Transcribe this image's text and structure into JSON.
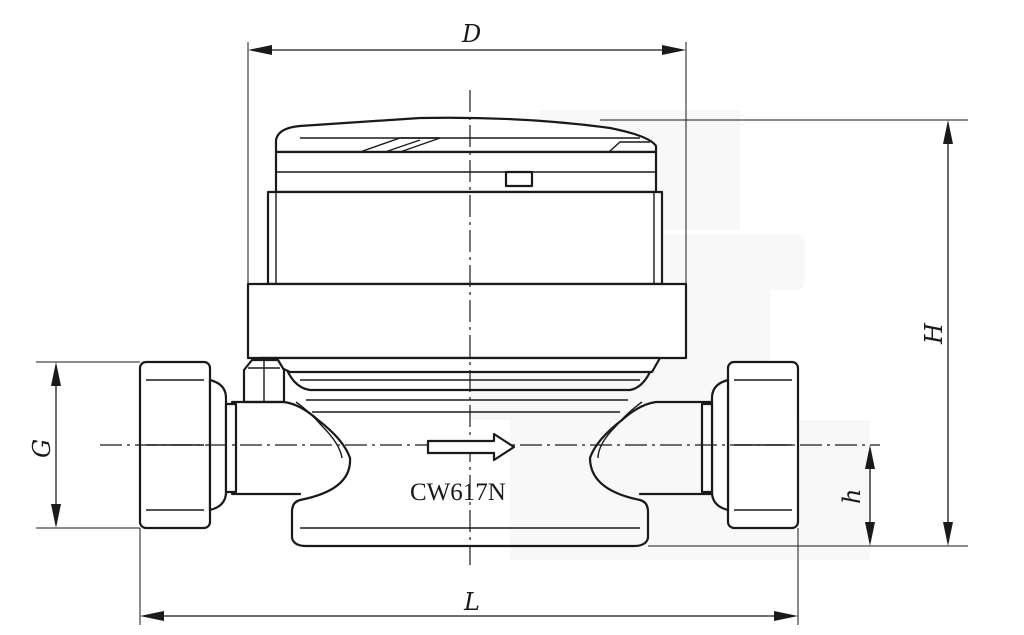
{
  "dimensions": {
    "diameter_label": "D",
    "height_label": "H",
    "thread_label": "G",
    "axis_height_label": "h",
    "length_label": "L"
  },
  "body": {
    "material_label": "CW617N",
    "flow_direction_icon": "flow-arrow-icon"
  }
}
